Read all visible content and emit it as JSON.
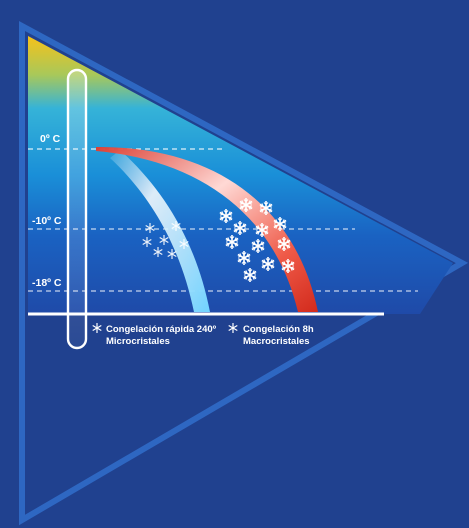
{
  "temperature_labels": {
    "t0": "0º C",
    "t10": "-10º C",
    "t18": "-18º C"
  },
  "legend": {
    "fast": {
      "line1": "Congelación rápida 240º",
      "line2": "Microcristales"
    },
    "slow": {
      "line1": "Congelación 8h",
      "line2": "Macrocristales"
    }
  },
  "colors": {
    "background": "#20418f",
    "triangle_outline": "#2e67c2",
    "warm": "#f6c21a",
    "cold": "#1a8fd8",
    "fast_curve": "#aee8ff",
    "slow_curve": "#e43a2b",
    "text": "#ffffff"
  },
  "icons": {
    "snowflake": "snowflake-icon"
  }
}
